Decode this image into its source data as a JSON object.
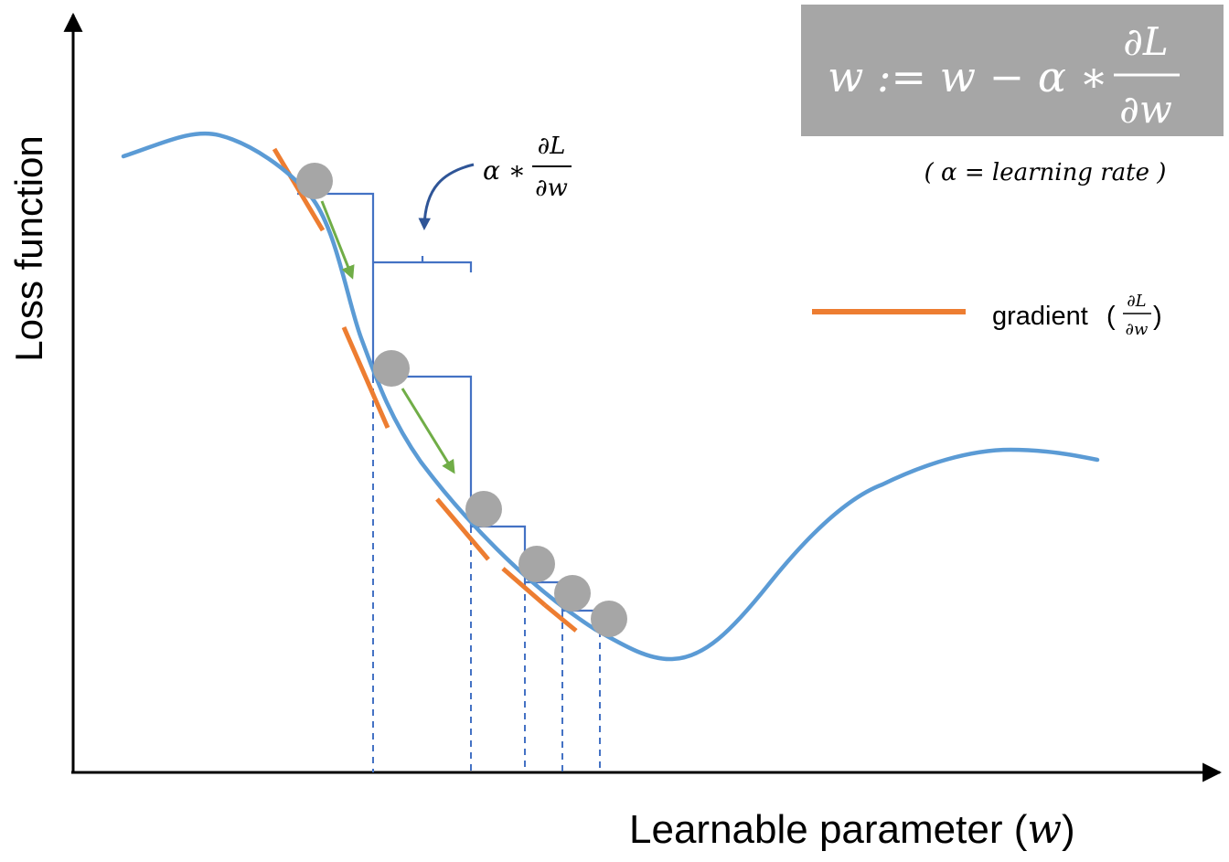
{
  "axes": {
    "x_label_text": "Learnable parameter (",
    "x_label_var": "w",
    "x_label_close": ")",
    "y_label": "Loss function"
  },
  "formula": {
    "lhs": "w := w − α ∗",
    "numerator": "∂L",
    "denominator": "∂w",
    "note": "( α = learning rate )"
  },
  "step_label": {
    "prefix": "α ∗",
    "numerator": "∂L",
    "denominator": "∂w"
  },
  "legend": {
    "label": "gradient",
    "paren_open": "(",
    "numerator": "∂L",
    "denominator": "∂w",
    "paren_close": ")"
  },
  "colors": {
    "curve": "#5b9bd5",
    "gradient": "#ed7d31",
    "step_lines": "#4472c4",
    "step_arrow": "#2f5597",
    "ball": "#a6a6a6",
    "motion_arrow": "#70ad47",
    "formula_box": "#a6a6a6",
    "formula_text": "#ffffff",
    "axis": "#000000"
  }
}
